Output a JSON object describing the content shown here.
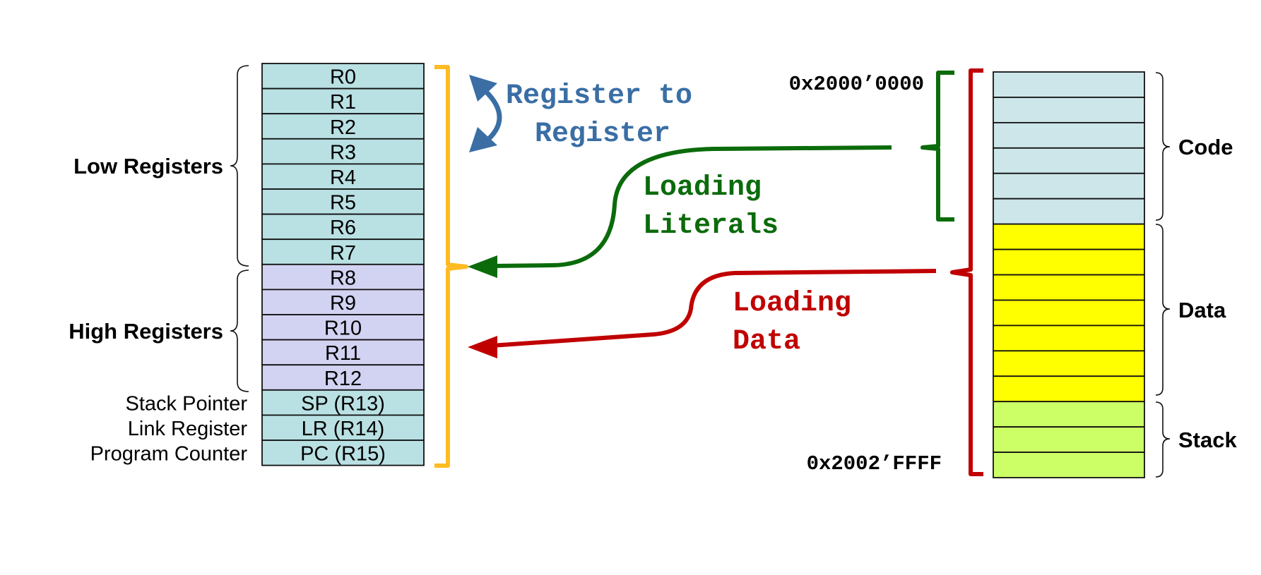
{
  "colors": {
    "reg_low_fill": "#b9e0e3",
    "reg_high_fill": "#d2d2f2",
    "reg_special_fill": "#b9e0e3",
    "mem_code_fill": "#cde6ea",
    "mem_data_fill": "#ffff00",
    "mem_stack_fill": "#ccff66",
    "orange_brace": "#ffbb22",
    "blue_arrow": "#3a6ea5",
    "green": "#0b6b0b",
    "red": "#c00000",
    "outline": "#111111"
  },
  "registers": [
    {
      "name": "R0",
      "group": "low"
    },
    {
      "name": "R1",
      "group": "low"
    },
    {
      "name": "R2",
      "group": "low"
    },
    {
      "name": "R3",
      "group": "low"
    },
    {
      "name": "R4",
      "group": "low"
    },
    {
      "name": "R5",
      "group": "low"
    },
    {
      "name": "R6",
      "group": "low"
    },
    {
      "name": "R7",
      "group": "low"
    },
    {
      "name": "R8",
      "group": "high"
    },
    {
      "name": "R9",
      "group": "high"
    },
    {
      "name": "R10",
      "group": "high"
    },
    {
      "name": "R11",
      "group": "high"
    },
    {
      "name": "R12",
      "group": "high"
    },
    {
      "name": "SP (R13)",
      "group": "special",
      "side_label": "Stack Pointer"
    },
    {
      "name": "LR (R14)",
      "group": "special",
      "side_label": "Link Register"
    },
    {
      "name": "PC (R15)",
      "group": "special",
      "side_label": "Program Counter"
    }
  ],
  "register_groups": {
    "low": "Low Registers",
    "high": "High Registers"
  },
  "memory": {
    "start_address": "0x2000’0000",
    "end_address": "0x2002’FFFF",
    "sections": [
      {
        "label": "Code",
        "cells": 6,
        "kind": "code"
      },
      {
        "label": "Data",
        "cells": 7,
        "kind": "data"
      },
      {
        "label": "Stack",
        "cells": 3,
        "kind": "stack"
      }
    ]
  },
  "arrows": {
    "register_to_register": [
      "Register to",
      "Register"
    ],
    "loading_literals": [
      "Loading",
      "Literals"
    ],
    "loading_data": [
      "Loading",
      "Data"
    ]
  }
}
